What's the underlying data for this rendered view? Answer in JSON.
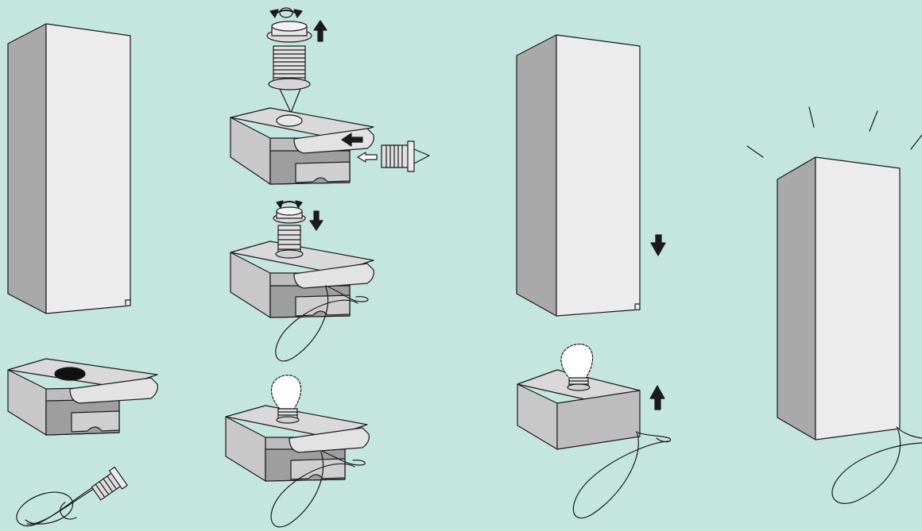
{
  "diagram": {
    "kind": "lamp assembly instructions (wordless)",
    "colors": {
      "background": "#c4e6de",
      "outline": "#1a1a1a",
      "face_light": "#ececec",
      "face_mid": "#c8c8c8",
      "face_dark": "#a9a9a9",
      "bulb": "#ffffff",
      "hole": "#111111"
    },
    "steps": [
      {
        "id": "parts",
        "items": [
          "tall-shade-box",
          "base-box-with-hole",
          "cord-with-socket"
        ]
      },
      {
        "id": "assemble-socket",
        "items": [
          "threaded-socket-lift-and-twist",
          "base-box-slide-in",
          "socket-insert",
          "socket-tighten",
          "base-with-cord",
          "bulb-installed"
        ]
      },
      {
        "id": "place-shade",
        "items": [
          "shade-lower-arrow-down",
          "base-with-bulb-arrow-up"
        ]
      },
      {
        "id": "lit-lamp",
        "items": [
          "assembled-lamp",
          "light-rays"
        ]
      }
    ],
    "icons": [
      "arrow-up-icon",
      "arrow-down-icon",
      "arrow-left-icon",
      "hollow-arrow-left-icon",
      "rotate-icon",
      "bulb-icon",
      "cord-icon"
    ]
  }
}
